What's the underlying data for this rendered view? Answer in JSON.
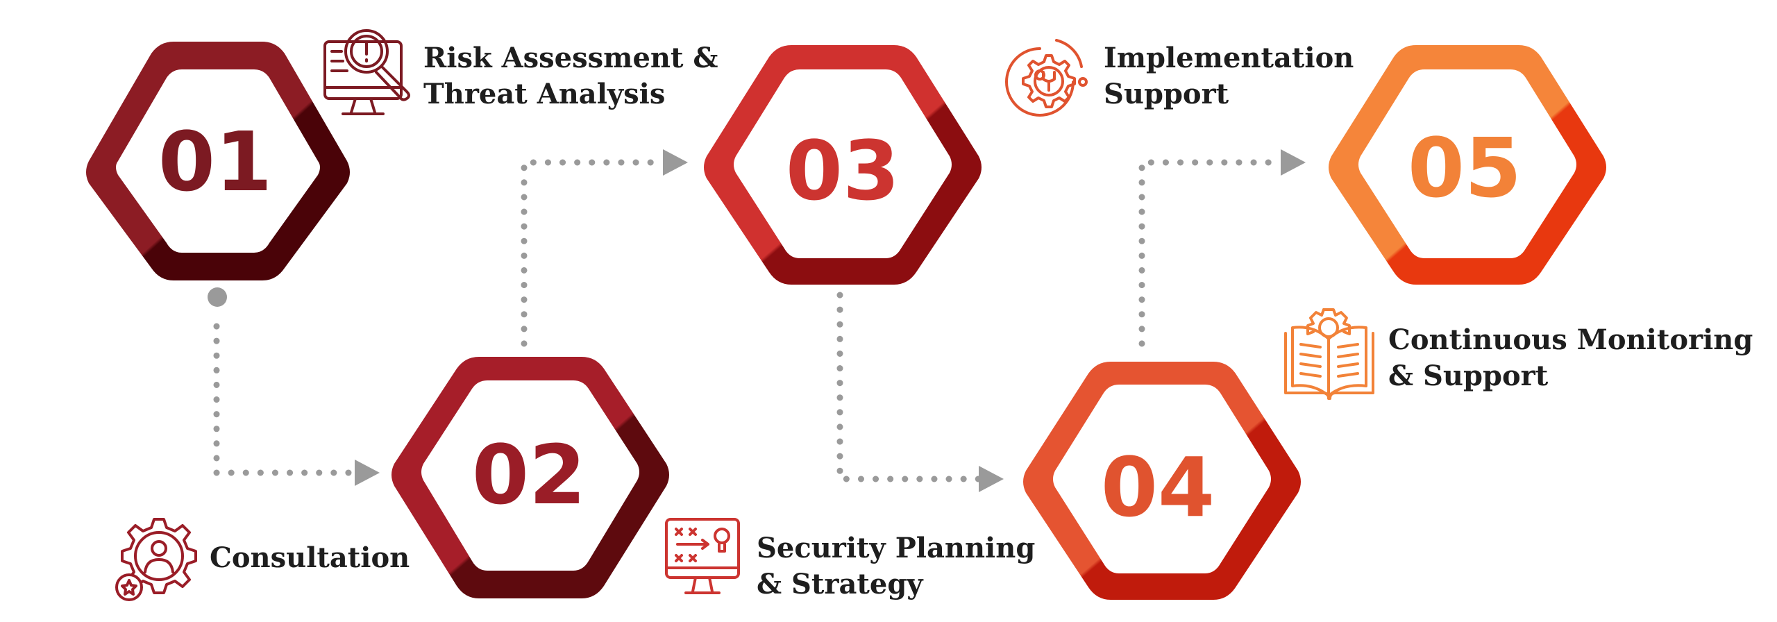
{
  "steps": [
    {
      "number": "01",
      "title_lines": [
        "Risk Assessment &",
        "Threat Analysis"
      ],
      "color_light": "#8c1c24",
      "color_dark": "#4a0308",
      "text_color": "#7c1a22",
      "icon": "security-alert-monitor-icon"
    },
    {
      "number": "02",
      "title_lines": [
        "Consultation"
      ],
      "color_light": "#a61e29",
      "color_dark": "#5e0a0e",
      "text_color": "#9a1d27",
      "icon": "user-gear-badge-icon"
    },
    {
      "number": "03",
      "title_lines": [
        "Security Planning",
        "& Strategy"
      ],
      "color_light": "#d0312f",
      "color_dark": "#8c0d10",
      "text_color": "#cc3430",
      "icon": "strategy-board-monitor-icon"
    },
    {
      "number": "04",
      "title_lines": [
        "Implementation",
        "Support"
      ],
      "color_light": "#e55431",
      "color_dark": "#c01b0c",
      "text_color": "#e0532f",
      "icon": "gear-wrench-icon"
    },
    {
      "number": "05",
      "title_lines": [
        "Continuous Monitoring",
        "& Support"
      ],
      "color_light": "#f5853a",
      "color_dark": "#e8380f",
      "text_color": "#f28238",
      "icon": "gear-open-book-icon"
    }
  ],
  "connector_color": "#9a9a9a",
  "label_color": "#1e1e1e"
}
